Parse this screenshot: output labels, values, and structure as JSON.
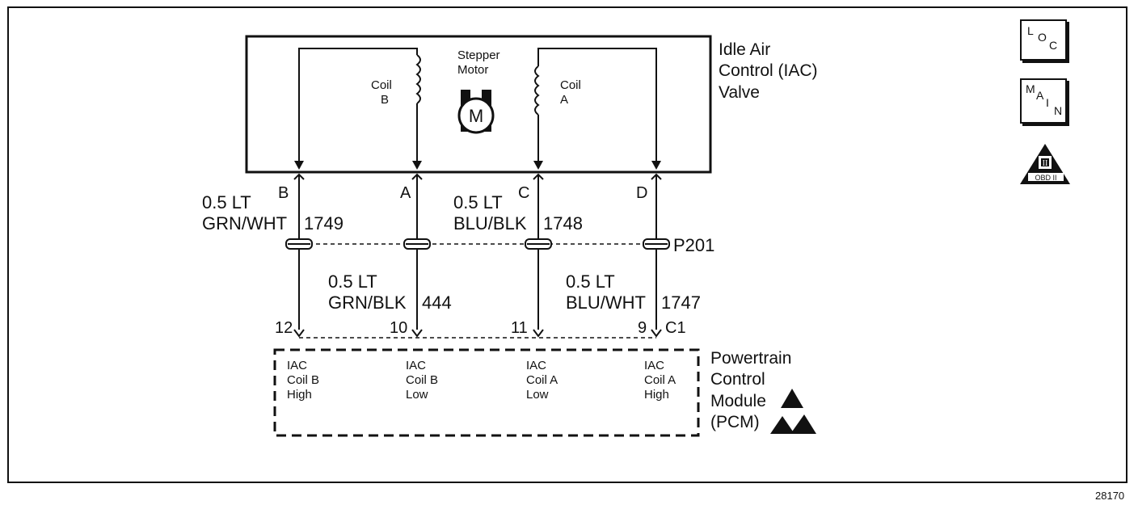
{
  "component": {
    "name_lines": [
      "Idle Air",
      "Control (IAC)",
      "Valve"
    ],
    "motor_label_lines": [
      "Stepper",
      "Motor"
    ],
    "motor_symbol": "M",
    "coil_b": [
      "Coil",
      "B"
    ],
    "coil_a": [
      "Coil",
      "A"
    ]
  },
  "pins": [
    "B",
    "A",
    "C",
    "D"
  ],
  "upper_wires": {
    "left": {
      "gauge": "0.5 LT",
      "color": "GRN/WHT",
      "circuit": "1749"
    },
    "right": {
      "gauge": "0.5 LT",
      "color": "BLU/BLK",
      "circuit": "1748"
    }
  },
  "lower_wires": {
    "left": {
      "gauge": "0.5 LT",
      "color": "GRN/BLK",
      "circuit": "444"
    },
    "right": {
      "gauge": "0.5 LT",
      "color": "BLU/WHT",
      "circuit": "1747"
    }
  },
  "connector": {
    "inline": "P201",
    "pcm": "C1"
  },
  "pcm_pins": [
    "12",
    "10",
    "11",
    "9"
  ],
  "pcm": {
    "name_lines": [
      "Powertrain",
      "Control",
      "Module",
      "(PCM)"
    ],
    "terminals": [
      [
        "IAC",
        "Coil B",
        "High"
      ],
      [
        "IAC",
        "Coil B",
        "Low"
      ],
      [
        "IAC",
        "Coil A",
        "Low"
      ],
      [
        "IAC",
        "Coil A",
        "High"
      ]
    ]
  },
  "icons": {
    "loc": [
      "L",
      "O",
      "C"
    ],
    "main": [
      "M",
      "A",
      "I",
      "N"
    ],
    "obd": {
      "roman": "II",
      "label": "OBD II"
    }
  },
  "figure_number": "28170"
}
